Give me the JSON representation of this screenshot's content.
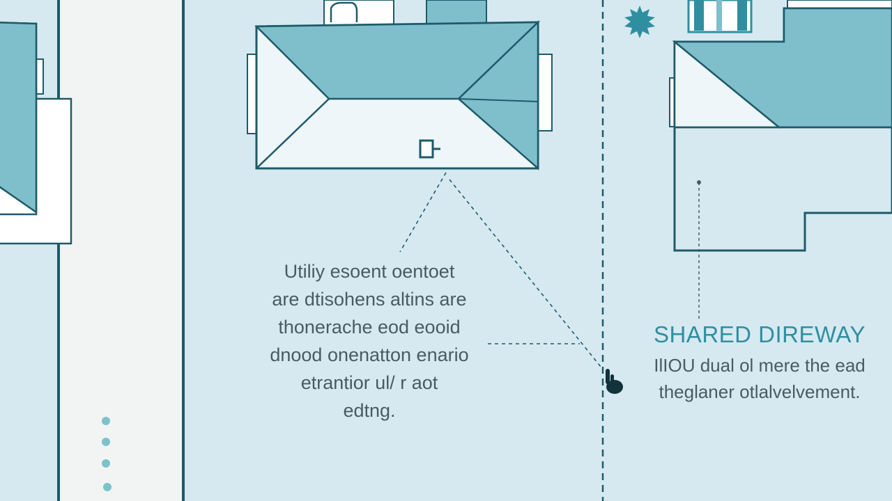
{
  "colors": {
    "background": "#d6e9f1",
    "roof_fill": "#7fbecb",
    "outline": "#1e5a69",
    "accent": "#2f8fa0",
    "panel_light": "#f3f5f5",
    "text": "#4a5a62"
  },
  "left_note": {
    "lines": [
      "Utiliy esoent oentoet",
      "are dtisohens altins are",
      "thonerache eod eooid",
      "dnood onenatton enario",
      "etrantior ul/ r aot",
      "edtng."
    ]
  },
  "right_note": {
    "title": "SHARED DIREWAY",
    "lines": [
      "IlIOU dual ol mere the ead",
      "theglaner otlalvelvement."
    ]
  },
  "icons": [
    "sun-icon",
    "hand-pointer-icon",
    "door-icon"
  ]
}
